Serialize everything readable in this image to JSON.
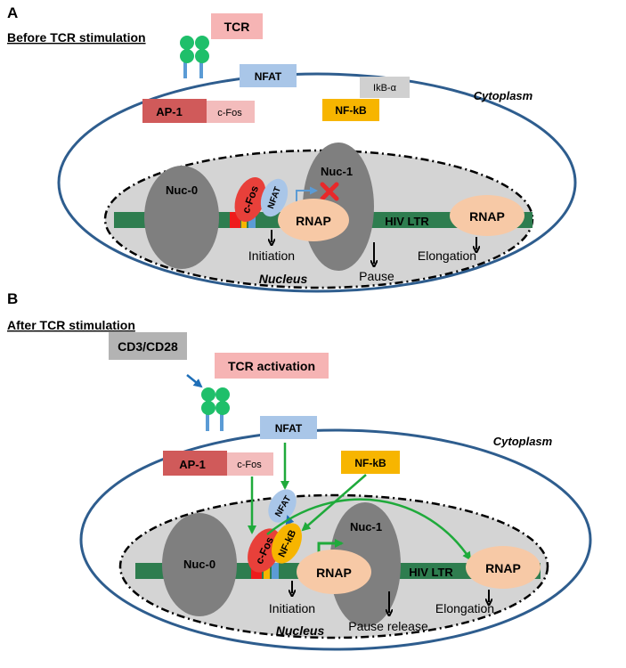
{
  "panel_a": {
    "letter": "A",
    "heading": "Before TCR stimulation",
    "tcr": "TCR",
    "nfat": "NFAT",
    "ap1": "AP-1",
    "cfos": "c-Fos",
    "ikb": "IkB-α",
    "nfkb": "NF-kB",
    "cytoplasm": "Cytoplasm",
    "nuc0": "Nuc-0",
    "nuc1": "Nuc-1",
    "cfos_bound": "c-Fos",
    "nfat_bound": "NFAT",
    "rnap1": "RNAP",
    "rnap2": "RNAP",
    "hiv_ltr": "HIV LTR",
    "initiation": "Initiation",
    "pause": "Pause",
    "elongation": "Elongation",
    "nucleus": "Nucleus"
  },
  "panel_b": {
    "letter": "B",
    "heading": "After TCR stimulation",
    "cd3": "CD3/CD28",
    "tcr_activation": "TCR activation",
    "nfat": "NFAT",
    "ap1": "AP-1",
    "cfos": "c-Fos",
    "nfkb": "NF-kB",
    "cytoplasm": "Cytoplasm",
    "nuc0": "Nuc-0",
    "nuc1": "Nuc-1",
    "nfat_bound": "NFAT",
    "cfos_bound": "c-Fos",
    "nfkb_bound": "NF-kB",
    "rnap1": "RNAP",
    "rnap2": "RNAP",
    "hiv_ltr": "HIV LTR",
    "initiation": "Initiation",
    "pause_release": "Pause release",
    "elongation": "Elongation",
    "nucleus": "Nucleus"
  },
  "colors": {
    "tcr_green": "#1fbf6a",
    "tcr_stem": "#5b9bd5",
    "dna_green": "#2e7d4f",
    "nucleus_gray": "#d4d4d4",
    "nucleosome_gray": "#7f7f7f",
    "rnap_peach": "#f7c9a6",
    "ap1_red": "#d05a5a",
    "cfos_pink": "#f3bcbc",
    "cfos_red_ellipse": "#e8403a",
    "nfat_blue": "#a9c6e8",
    "nfkb_orange": "#f7b500",
    "ikb_gray": "#d0d0d0",
    "cd3_gray": "#b3b3b3",
    "tcr_pink": "#f6b4b4",
    "membrane_blue": "#2e5d8e",
    "arrow_green": "#1faa3b",
    "block_red": "#e8282a"
  }
}
